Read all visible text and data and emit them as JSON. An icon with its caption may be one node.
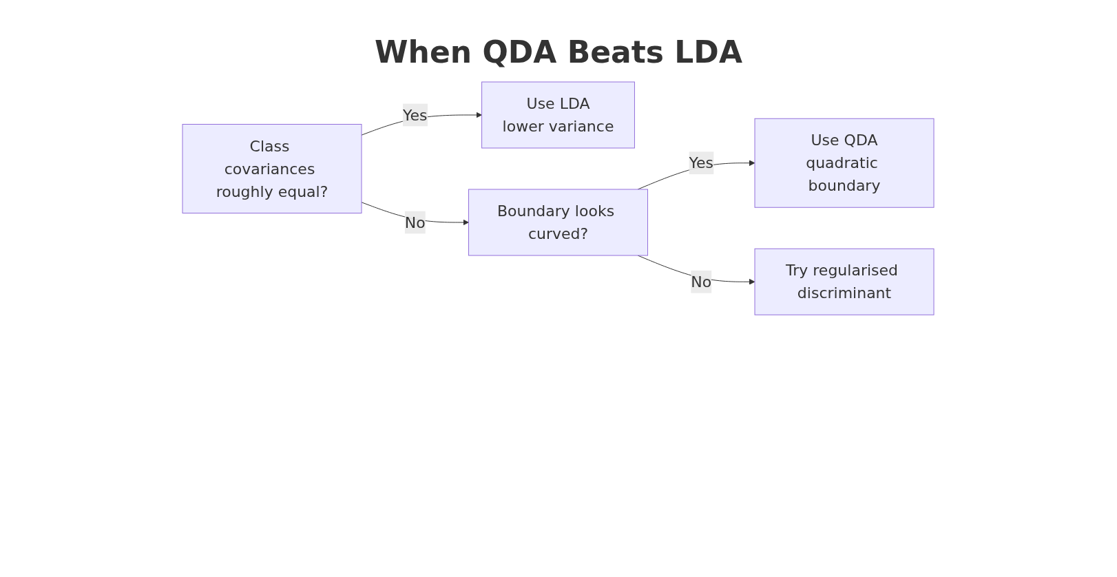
{
  "diagram": {
    "title": "When QDA Beats LDA",
    "nodes": [
      {
        "text": [
          "Class covariances roughly equal?"
        ]
      },
      {
        "text": [
          "Use LDA",
          "lower variance"
        ]
      },
      {
        "text": [
          "Boundary looks curved?"
        ]
      },
      {
        "text": [
          "Use QDA",
          "quadratic boundary"
        ]
      },
      {
        "text": [
          "Try regularised discriminant"
        ]
      }
    ],
    "edges": [
      {
        "from": 0,
        "to": 1,
        "arrow": "to",
        "label": "Yes"
      },
      {
        "from": 0,
        "to": 2,
        "arrow": "to",
        "label": "No"
      },
      {
        "from": 2,
        "to": 3,
        "arrow": "to",
        "label": "Yes"
      },
      {
        "from": 2,
        "to": 4,
        "arrow": "to",
        "label": "No"
      }
    ]
  }
}
